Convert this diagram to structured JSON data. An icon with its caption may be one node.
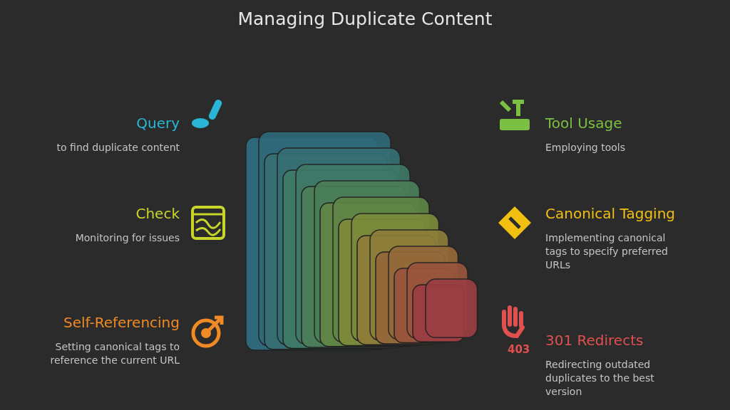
{
  "diagram": {
    "title": "Managing Duplicate Content",
    "nodes": [
      {
        "text": [
          "Query",
          "to find duplicate content"
        ]
      },
      {
        "text": [
          "Tool Usage",
          "Employing tools"
        ]
      },
      {
        "text": [
          "Check",
          "Monitoring for issues"
        ]
      },
      {
        "text": [
          "Canonical Tagging",
          "Implementing canonical tags to specify preferred URLs"
        ]
      },
      {
        "text": [
          "Self-Referencing",
          "Setting canonical tags to reference the current URL"
        ]
      },
      {
        "text": [
          "301 Redirects",
          "Redirecting outdated duplicates to the best version"
        ]
      }
    ],
    "labels": [
      "403"
    ]
  }
}
